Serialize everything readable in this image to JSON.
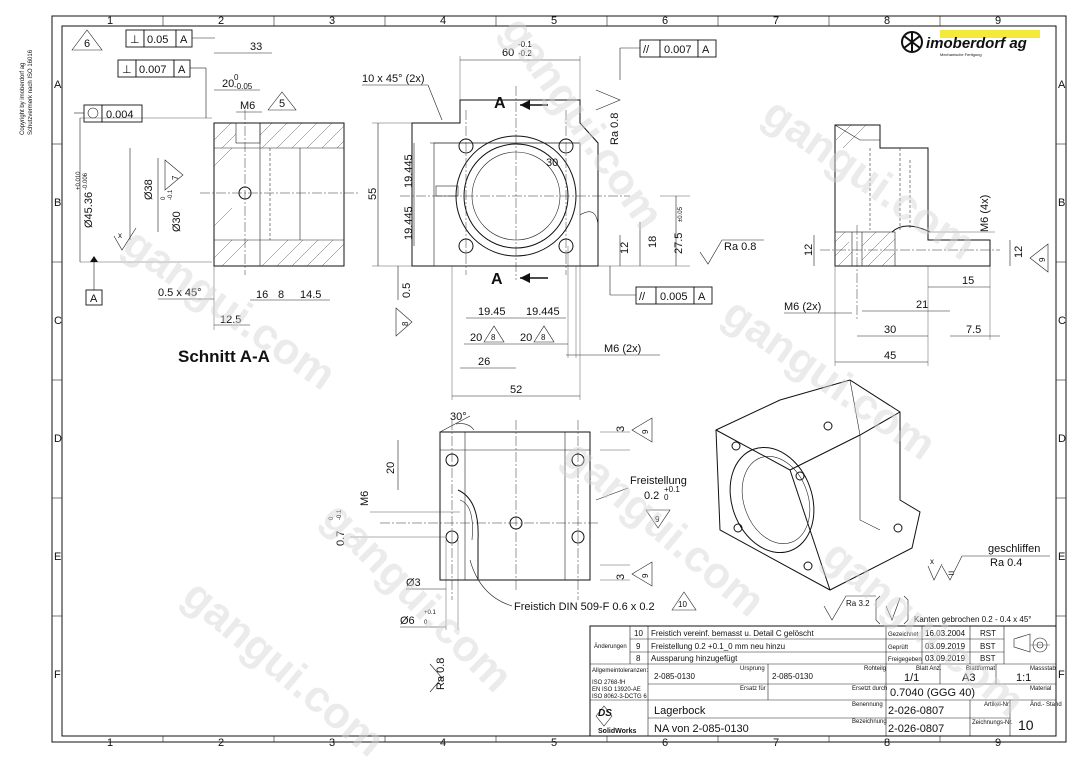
{
  "border": {
    "columns": [
      "1",
      "2",
      "3",
      "4",
      "5",
      "6",
      "7",
      "8",
      "9"
    ],
    "rows": [
      "A",
      "B",
      "C",
      "D",
      "E",
      "F"
    ]
  },
  "copyright_note": [
    "Copyright by imoberdorf ag",
    "Schutzvermerk nach ISO 16016"
  ],
  "logo": {
    "name": "imoberdorf ag",
    "tagline": "Mechanische Fertigung"
  },
  "section_view": {
    "title": "Schnitt  A-A",
    "note_flag": "6",
    "perp_tol_1": {
      "symbol": "⊥",
      "value": "0.05",
      "datum": "A"
    },
    "perp_tol_2": {
      "symbol": "⊥",
      "value": "0.007",
      "datum": "A"
    },
    "circ_tol": {
      "value": "0.004"
    },
    "dim_33": "33",
    "dim_20": "20",
    "dim_20_tol": "0",
    "dim_20_tol2": "-0.05",
    "dim_m6": "M6",
    "flag_5": "5",
    "dim_d45": "Ø45.36",
    "dim_d45_tol1": "+0.010",
    "dim_d45_tol2": "-0.006",
    "dim_d38": "Ø38",
    "dim_d30": "Ø30",
    "dim_d30_tol1": "0",
    "dim_d30_tol2": "-0.1",
    "flag_7": "7",
    "datum_x": "x",
    "datum_a": "A",
    "chamfer": "0.5 x 45°",
    "dim_16": "16",
    "dim_8": "8",
    "dim_14_5": "14.5",
    "dim_12_5": "12.5"
  },
  "front_view": {
    "dim_60": "60",
    "dim_60_tol1": "-0.1",
    "dim_60_tol2": "-0.2",
    "chamfer": "10 x 45° (2x)",
    "parallel_tol_1": {
      "symbol": "//",
      "value": "0.007",
      "datum": "A"
    },
    "parallel_tol_2": {
      "symbol": "//",
      "value": "0.005",
      "datum": "A"
    },
    "section_mark": "A",
    "ra_top": "Ra 0.8",
    "ra_side": "Ra 0.8",
    "dim_55": "55",
    "dim_19_445_v1": "19.445",
    "dim_19_445_v2": "19.445",
    "dim_30": "30",
    "dim_12": "12",
    "dim_18": "18",
    "dim_27_5": "27.5",
    "dim_27_5_tol": "±0.05",
    "dim_0_5": "0.5",
    "flag_8": "8",
    "dim_19_45_h": "19.45",
    "dim_19_445_h": "19.445",
    "dim_20a": "20",
    "flag_8a": "8",
    "dim_20b": "20",
    "flag_8b": "8",
    "dim_26": "26",
    "dim_m6_2x": "M6 (2x)",
    "dim_52": "52"
  },
  "side_view": {
    "dim_m6_4x": "M6 (4x)",
    "dim_12": "12",
    "dim_12b": "12",
    "flag_9": "9",
    "dim_15": "15",
    "dim_m6_2x": "M6 (2x)",
    "dim_21": "21",
    "dim_30": "30",
    "dim_7_5": "7.5",
    "dim_45": "45"
  },
  "bottom_view": {
    "angle_30": "30°",
    "dim_3": "3",
    "flag_9a": "9",
    "dim_20": "20",
    "dim_m6": "M6",
    "dim_0_7": "0.7",
    "dim_0_7_tol1": "0",
    "dim_0_7_tol2": "-0.1",
    "undercut_label": "Freistellung",
    "undercut_value": "0.2",
    "undercut_tol1": "+0.1",
    "undercut_tol2": "0",
    "flag_9b": "9",
    "dim_3b": "3",
    "flag_9c": "9",
    "dim_d3": "Ø3",
    "dim_d6": "Ø6",
    "dim_d6_tol1": "+0.1",
    "dim_d6_tol2": "0",
    "undercut_note": "Freistich DIN 509-F 0.6 x 0.2",
    "flag_10": "10",
    "ra_bottom": "Ra 0.8"
  },
  "surface": {
    "grinding_label": "geschliffen",
    "x_equals": "x",
    "equals": "=",
    "ra_ground": "Ra 0.4",
    "ra_general": "Ra 3.2",
    "edges_note": "Kanten gebrochen 0.2 - 0.4 x 45°"
  },
  "title_block": {
    "changes_label": "Änderungen",
    "revisions": [
      {
        "idx": "10",
        "text": "Freistich vereinf. bemasst u. Detail C gelöscht"
      },
      {
        "idx": "9",
        "text": "Freistellung 0.2 +0.1_0 mm  neu hinzu"
      },
      {
        "idx": "8",
        "text": "Aussparung hinzugefügt"
      }
    ],
    "drawn_label": "Gezeichnet",
    "drawn_date": "16.03.2004",
    "drawn_by": "RST",
    "checked_label": "Geprüft",
    "checked_date": "03.09.2019",
    "checked_by": "BST",
    "released_label": "Freigegeben",
    "released_date": "03.09.2019",
    "released_by": "BST",
    "general_tol_label": "Allgemeintoleranzen:",
    "general_tol": [
      "ISO 2768-fH",
      "EN ISO 13920-AE",
      "ISO 8062-3-DCTG 6"
    ],
    "origin_label": "Ursprung",
    "origin_a": "2-085-0130",
    "origin_b": "2-085-0130",
    "replaces_label": "Ersatz für",
    "replaced_by_label": "Ersetzt durch",
    "blank_label": "Rohteilg",
    "sheet_label": "Blatt Anz.",
    "sheet": "1/1",
    "format_label": "Blattformat",
    "format": "A3",
    "scale_label": "Massstab",
    "scale": "1:1",
    "material_label": "Material",
    "material": "0.7040 (GGG 40)",
    "name_label": "Benennung",
    "name": "Lagerbock",
    "article_label": "Artikel-Nr.",
    "article": "2-026-0807",
    "drawing_label": "Bezeichnung",
    "drawing": "2-026-0807",
    "drawing_no_label": "Zeichnungs-Nr.",
    "status_label": "Änd.- Stand",
    "status": "10",
    "note": "NA von 2-085-0130",
    "cad_logo": "SolidWorks"
  },
  "watermarks": [
    "gangui.com",
    "gangui.com",
    "gangui.com",
    "gangui.com",
    "gangui.com",
    "gangui.com",
    "gangui.com",
    "gangui.com"
  ]
}
